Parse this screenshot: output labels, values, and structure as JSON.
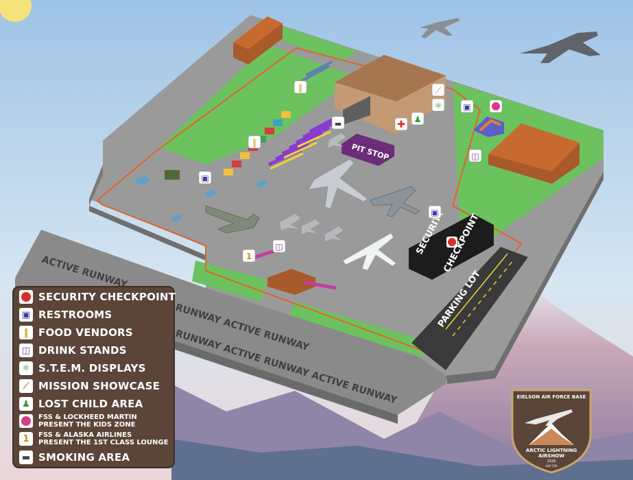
{
  "map": {
    "pit_stop": "PIT STOP",
    "security_checkpoint": [
      "SECURITY",
      "CHECKPOINT"
    ],
    "parking_lot": "PARKING LOT",
    "runway_labels": [
      "ACTIVE RUNWAY",
      "RUNWAY ACTIVE RUNWAY",
      "RUNWAY ACTIVE RUNWAY ACTIVE RUNWAY"
    ]
  },
  "legend": {
    "items": [
      {
        "label": "SECURITY CHECKPOINT",
        "icon": "stop-hand-icon",
        "color": "#d62d2d"
      },
      {
        "label": "RESTROOMS",
        "icon": "toilet-icon",
        "color": "#3a3aa0"
      },
      {
        "label": "FOOD VENDORS",
        "icon": "fork-knife-icon",
        "color": "#c8a020"
      },
      {
        "label": "DRINK STANDS",
        "icon": "cup-icon",
        "color": "#7a3aa0"
      },
      {
        "label": "S.T.E.M. DISPLAYS",
        "icon": "atom-icon",
        "color": "#2f8a3a"
      },
      {
        "label": "MISSION SHOWCASE",
        "icon": "rocket-icon",
        "color": "#b08a50"
      },
      {
        "label": "LOST CHILD AREA",
        "icon": "family-icon",
        "color": "#3a9a3a"
      }
    ],
    "kids_zone": {
      "line1": "FSS & LOCKHEED MARTIN",
      "line2": "PRESENT THE KIDS ZONE",
      "icon": "smiley-icon",
      "color": "#d63a8a"
    },
    "lounge": {
      "line1": "FSS & ALASKA AIRLINES",
      "line2": "PRESENT THE 1ST CLASS LOUNGE",
      "icon": "number-one-icon",
      "color": "#d08a20",
      "number": "1"
    },
    "smoking": {
      "label": "SMOKING AREA",
      "icon": "cigarette-icon",
      "color": "#444444"
    }
  },
  "badge": {
    "top": "EIELSON AIR FORCE BASE",
    "title1": "ARCTIC LIGHTNING",
    "title2": "AIRSHOW",
    "year": "2026",
    "sub": "USA 250"
  }
}
